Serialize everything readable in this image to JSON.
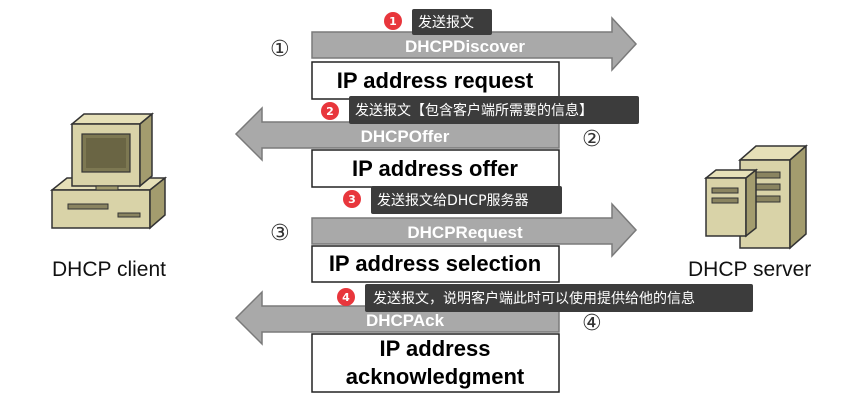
{
  "client_label": "DHCP client",
  "server_label": "DHCP server",
  "steps": [
    {
      "symbol": "①",
      "arrow_label": "DHCPDiscover",
      "box_lines": [
        "IP address request"
      ],
      "callout_num": "1",
      "callout_text": "发送报文"
    },
    {
      "symbol": "②",
      "arrow_label": "DHCPOffer",
      "box_lines": [
        "IP address offer"
      ],
      "callout_num": "2",
      "callout_text": "发送报文【包含客户端所需要的信息】"
    },
    {
      "symbol": "③",
      "arrow_label": "DHCPRequest",
      "box_lines": [
        "IP address selection"
      ],
      "callout_num": "3",
      "callout_text": "发送报文给DHCP服务器"
    },
    {
      "symbol": "④",
      "arrow_label": "DHCPAck",
      "box_lines": [
        "IP address",
        "acknowledgment"
      ],
      "callout_num": "4",
      "callout_text": "发送报文，说明客户端此时可以使用提供给他的信息"
    }
  ],
  "colors": {
    "arrow": "#a9a9a9",
    "arrow_stroke": "#7a7a7a",
    "callout_bg": "#3c3c3c",
    "badge": "#e8363c",
    "computer_beige": "#d9d3a8",
    "computer_shadow": "#a39c6e"
  }
}
